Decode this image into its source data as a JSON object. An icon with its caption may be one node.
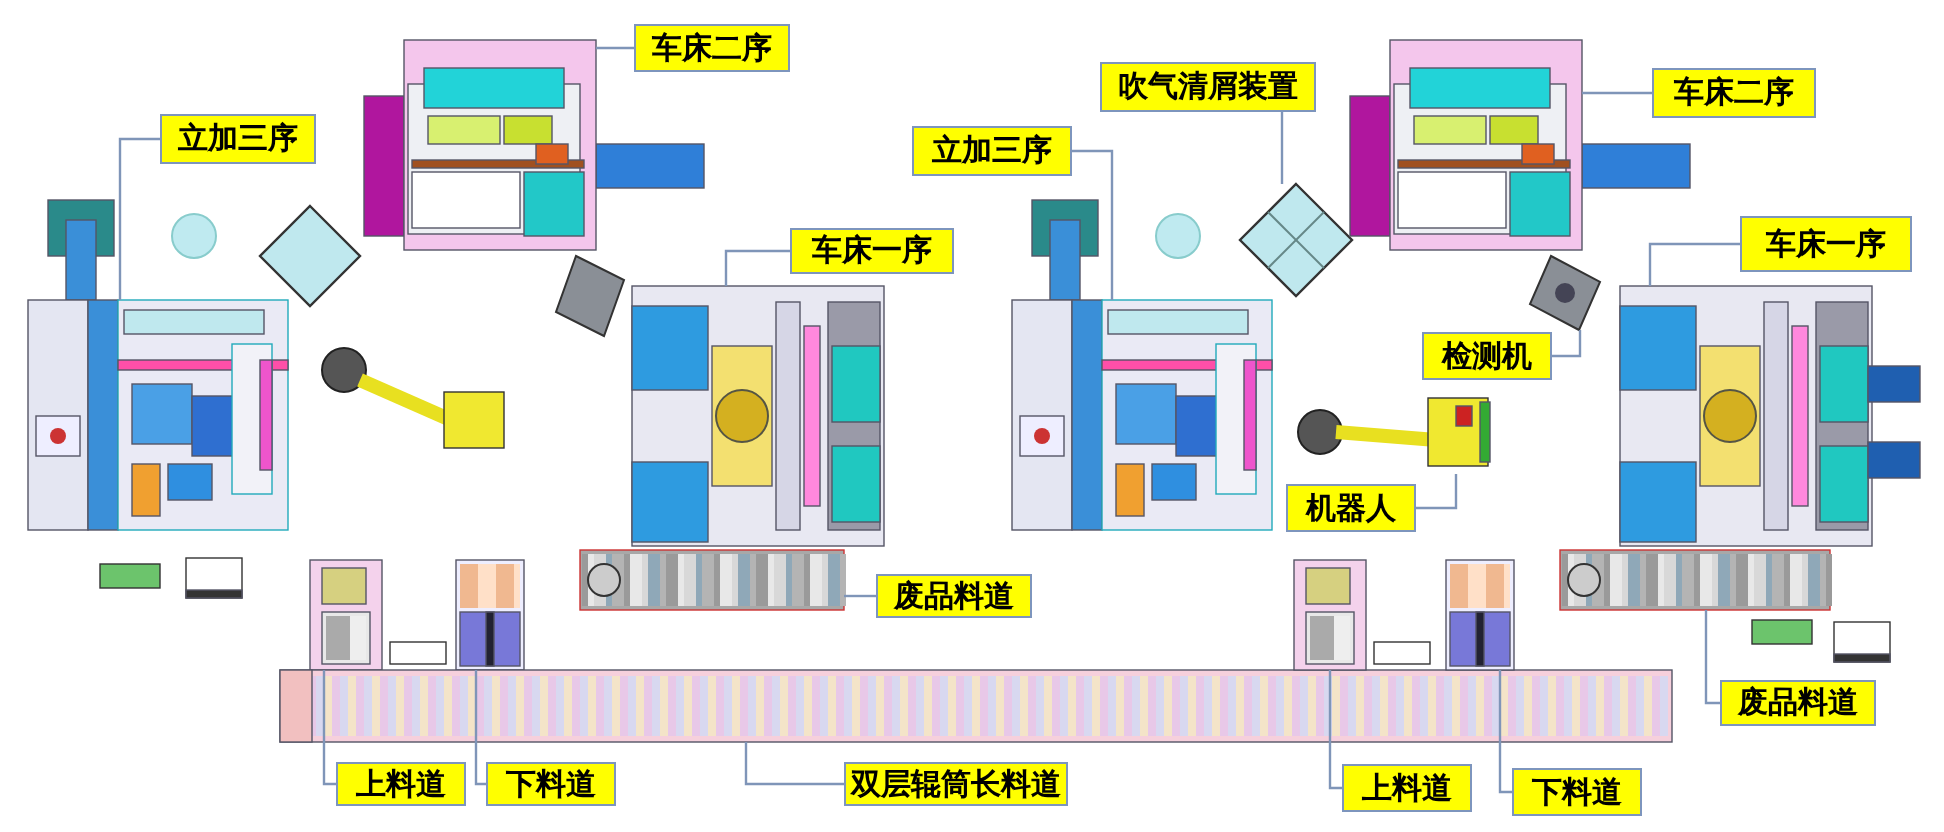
{
  "diagram": {
    "nodes": [
      {
        "text": [
          "立加三序"
        ]
      },
      {
        "text": [
          "车床二序"
        ]
      },
      {
        "text": [
          "车床一序"
        ]
      },
      {
        "text": [
          "废品料道"
        ]
      },
      {
        "text": [
          "上料道"
        ]
      },
      {
        "text": [
          "下料道"
        ]
      },
      {
        "text": [
          "双层辊筒长料道"
        ]
      },
      {
        "text": [
          "吹气清屑装置"
        ]
      },
      {
        "text": [
          "立加三序"
        ]
      },
      {
        "text": [
          "车床二序"
        ]
      },
      {
        "text": [
          "车床一序"
        ]
      },
      {
        "text": [
          "检测机"
        ]
      },
      {
        "text": [
          "机器人"
        ]
      },
      {
        "text": [
          "废品料道"
        ]
      },
      {
        "text": [
          "上料道"
        ]
      },
      {
        "text": [
          "下料道"
        ]
      },
      {
        "text": [],
        "shape": "picture"
      },
      {
        "text": [],
        "shape": "picture"
      },
      {
        "text": [],
        "shape": "picture"
      },
      {
        "text": [],
        "shape": "picture"
      },
      {
        "text": [],
        "shape": "picture"
      },
      {
        "text": [],
        "shape": "picture"
      },
      {
        "text": [],
        "shape": "picture"
      },
      {
        "text": [],
        "shape": "picture"
      },
      {
        "text": [],
        "shape": "picture"
      },
      {
        "text": [],
        "shape": "picture"
      },
      {
        "text": [],
        "shape": "picture"
      },
      {
        "text": [],
        "shape": "picture"
      },
      {
        "text": [],
        "shape": "picture"
      },
      {
        "text": [],
        "shape": "picture"
      },
      {
        "text": [],
        "shape": "picture"
      },
      {
        "text": [],
        "shape": "picture"
      }
    ],
    "edges": [
      {
        "from": 0,
        "to": 16,
        "arrow": "none"
      },
      {
        "from": 1,
        "to": 17,
        "arrow": "none"
      },
      {
        "from": 2,
        "to": 18,
        "arrow": "none"
      },
      {
        "from": 3,
        "to": 19,
        "arrow": "none"
      },
      {
        "from": 4,
        "to": 20,
        "arrow": "none"
      },
      {
        "from": 5,
        "to": 21,
        "arrow": "none"
      },
      {
        "from": 6,
        "to": 22,
        "arrow": "none"
      },
      {
        "from": 7,
        "to": 23,
        "arrow": "none"
      },
      {
        "from": 8,
        "to": 24,
        "arrow": "none"
      },
      {
        "from": 9,
        "to": 25,
        "arrow": "none"
      },
      {
        "from": 10,
        "to": 26,
        "arrow": "none"
      },
      {
        "from": 11,
        "to": 27,
        "arrow": "none"
      },
      {
        "from": 12,
        "to": 28,
        "arrow": "none"
      },
      {
        "from": 13,
        "to": 29,
        "arrow": "none"
      },
      {
        "from": 14,
        "to": 30,
        "arrow": "none"
      },
      {
        "from": 15,
        "to": 31,
        "arrow": "none"
      }
    ]
  }
}
